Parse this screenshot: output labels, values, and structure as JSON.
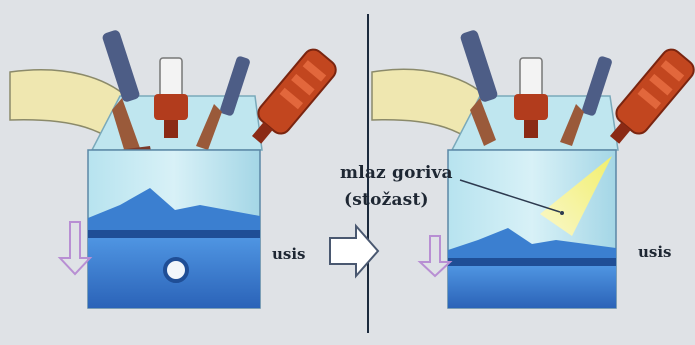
{
  "labels": {
    "fuel_jet": "mlaz goriva",
    "fuel_jet_shape": "(stožast)",
    "intake_left": "usis",
    "intake_right": "usis"
  },
  "colors": {
    "background": "#dfe2e6",
    "cylinder": "#a9dcea",
    "piston": "#3b7fd0",
    "intake_pipe": "#efe7b0",
    "spark_plug": "#b23c1d",
    "injector": "#c2461f",
    "valve": "#4d5d86",
    "fuel_spray": "#f4ee72",
    "stroke_arrow": "#b88fd3",
    "divider": "#1c2a3d"
  },
  "icons": {
    "transition": "right-arrow-outline",
    "piston_motion": "down-arrow-outline"
  }
}
